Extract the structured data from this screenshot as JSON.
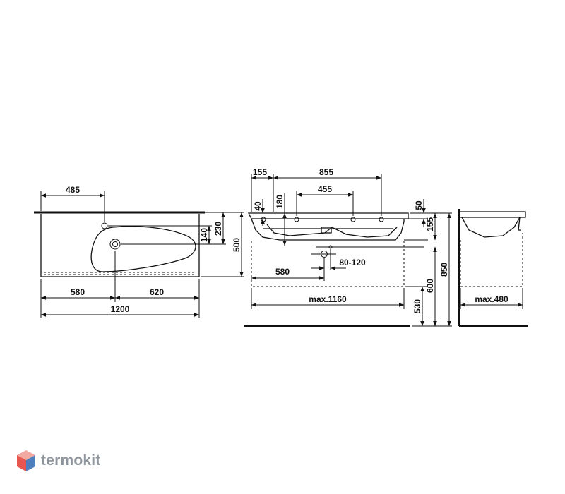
{
  "top_view": {
    "dim_485": "485",
    "dim_140": "140",
    "dim_230": "230",
    "dim_500": "500",
    "dim_580": "580",
    "dim_620": "620",
    "dim_1200": "1200"
  },
  "front_view": {
    "dim_155": "155",
    "dim_855": "855",
    "dim_455": "455",
    "dim_40": "40",
    "dim_180": "180",
    "dim_50": "50",
    "dim_155_right": "155",
    "dim_580": "580",
    "dim_80_120": "80-120",
    "dim_max_1160": "max.1160",
    "dim_530": "530",
    "dim_600": "600",
    "dim_850": "850"
  },
  "side_view": {
    "dim_max_480": "max.480"
  },
  "logo": {
    "text": "termokit",
    "colors": {
      "red": "#e8574f",
      "blue": "#4d7fbd",
      "pink": "#f2a9a2",
      "gray": "#8f959c"
    }
  }
}
